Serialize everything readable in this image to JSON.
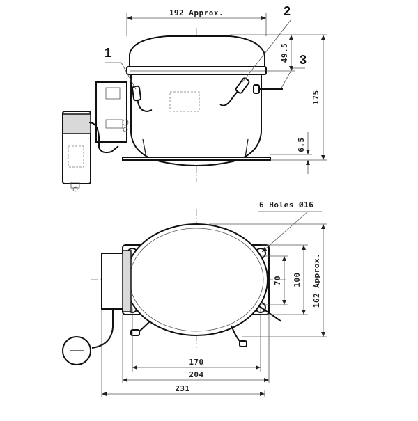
{
  "dimensions": {
    "top_width": "192 Approx.",
    "dome_height": "49.5",
    "total_height": "175",
    "base_height": "6.5",
    "holes_note": "6 Holes Ø16",
    "slot_70": "70",
    "slot_100": "100",
    "depth_162": "162 Approx.",
    "w_170": "170",
    "w_204": "204",
    "w_231": "231"
  },
  "callouts": {
    "c1": "1",
    "c2": "2",
    "c3": "3"
  }
}
